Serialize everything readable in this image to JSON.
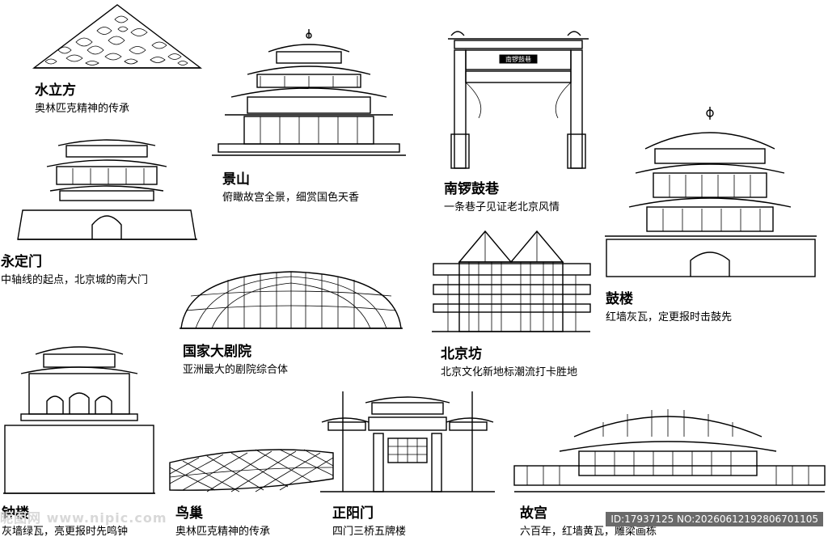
{
  "landmarks": [
    {
      "name": "水立方",
      "desc": "奥林匹克精神的传承"
    },
    {
      "name": "景山",
      "desc": "俯瞰故宫全景，细赏国色天香"
    },
    {
      "name": "南锣鼓巷",
      "desc": "一条巷子见证老北京风情"
    },
    {
      "name": "永定门",
      "desc": "中轴线的起点，北京城的南大门"
    },
    {
      "name": "鼓楼",
      "desc": "红墙灰瓦，定更报时击鼓先"
    },
    {
      "name": "国家大剧院",
      "desc": "亚洲最大的剧院综合体"
    },
    {
      "name": "北京坊",
      "desc": "北京文化新地标潮流打卡胜地"
    },
    {
      "name": "钟楼",
      "desc": "灰墙绿瓦，亮更报时先鸣钟"
    },
    {
      "name": "鸟巢",
      "desc": "奥林匹克精神的传承"
    },
    {
      "name": "正阳门",
      "desc": "四门三桥五牌楼"
    },
    {
      "name": "故宫",
      "desc": "六百年，红墙黄瓦，雕梁画栋"
    }
  ],
  "arch_plaque": "南锣鼓巷",
  "watermark": {
    "site": "昵图网 www.nipic.com",
    "id_text": "ID:17937125 NO:20260612192806701105"
  },
  "icons": [
    "water-cube-icon",
    "jingshan-pavilion-icon",
    "memorial-arch-icon",
    "yongdingmen-gate-icon",
    "drum-tower-icon",
    "grand-theatre-icon",
    "beijing-fun-icon",
    "bell-tower-icon",
    "birds-nest-icon",
    "zhengyangmen-gate-icon",
    "forbidden-city-icon"
  ]
}
